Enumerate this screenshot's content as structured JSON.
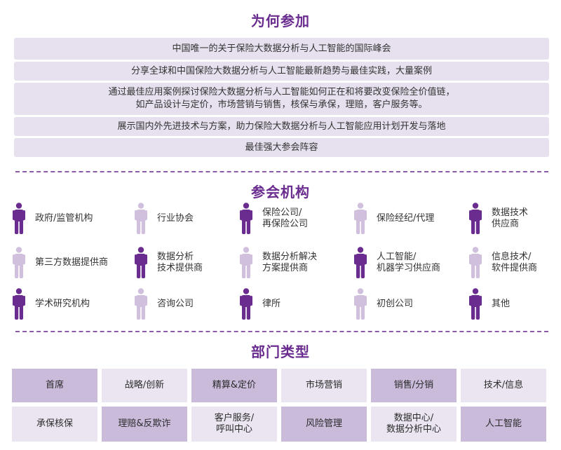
{
  "why": {
    "title": "为何参加",
    "items": [
      "中国唯一的关于保险大数据分析与人工智能的国际峰会",
      "分享全球和中国保险大数据分析与人工智能最新趋势与最佳实践，大量案例",
      "通过最佳应用案例探讨保险大数据分析与人工智能如何正在和将要改变保险全价值链，\n如产品设计与定价，市场营销与销售，核保与承保，理赔，客户服务等。",
      "展示国内外先进技术与方案，助力保险大数据分析与人工智能应用计划开发与落地",
      "最佳强大参会阵容"
    ]
  },
  "orgs": {
    "title": "参会机构",
    "items": [
      {
        "label": "政府/监管机构",
        "tone": "dark"
      },
      {
        "label": "行业协会",
        "tone": "light"
      },
      {
        "label": "保险公司/\n再保险公司",
        "tone": "dark"
      },
      {
        "label": "保险经纪/代理",
        "tone": "light"
      },
      {
        "label": "数据技术\n供应商",
        "tone": "dark"
      },
      {
        "label": "第三方数据提供商",
        "tone": "light"
      },
      {
        "label": "数据分析\n技术提供商",
        "tone": "dark"
      },
      {
        "label": "数据分析解决\n方案提供商",
        "tone": "light"
      },
      {
        "label": "人工智能/\n机器学习供应商",
        "tone": "dark"
      },
      {
        "label": "信息技术/\n软件提供商",
        "tone": "light"
      },
      {
        "label": "学术研究机构",
        "tone": "dark"
      },
      {
        "label": "咨询公司",
        "tone": "light"
      },
      {
        "label": "律所",
        "tone": "dark"
      },
      {
        "label": "初创公司",
        "tone": "light"
      },
      {
        "label": "其他",
        "tone": "dark"
      }
    ]
  },
  "departments": {
    "title": "部门类型",
    "items": [
      {
        "label": "首席",
        "tone": "dark"
      },
      {
        "label": "战略/创新",
        "tone": "light"
      },
      {
        "label": "精算&定价",
        "tone": "dark"
      },
      {
        "label": "市场营销",
        "tone": "light"
      },
      {
        "label": "销售/分销",
        "tone": "dark"
      },
      {
        "label": "技术/信息",
        "tone": "light"
      },
      {
        "label": "承保核保",
        "tone": "light"
      },
      {
        "label": "理赔&反欺诈",
        "tone": "dark"
      },
      {
        "label": "客户服务/\n呼叫中心",
        "tone": "light"
      },
      {
        "label": "风险管理",
        "tone": "dark"
      },
      {
        "label": "数据中心/\n数据分析中心",
        "tone": "light"
      },
      {
        "label": "人工智能",
        "tone": "dark"
      }
    ]
  },
  "colors": {
    "title": "#6a2d8f",
    "person_dark": "#6a2d8f",
    "person_light": "#d0c0de",
    "box_dark": "#cbbbdb",
    "box_light": "#ebe5f1",
    "why_box": "#e7e0ee"
  },
  "icons": {
    "person": "person-icon"
  }
}
